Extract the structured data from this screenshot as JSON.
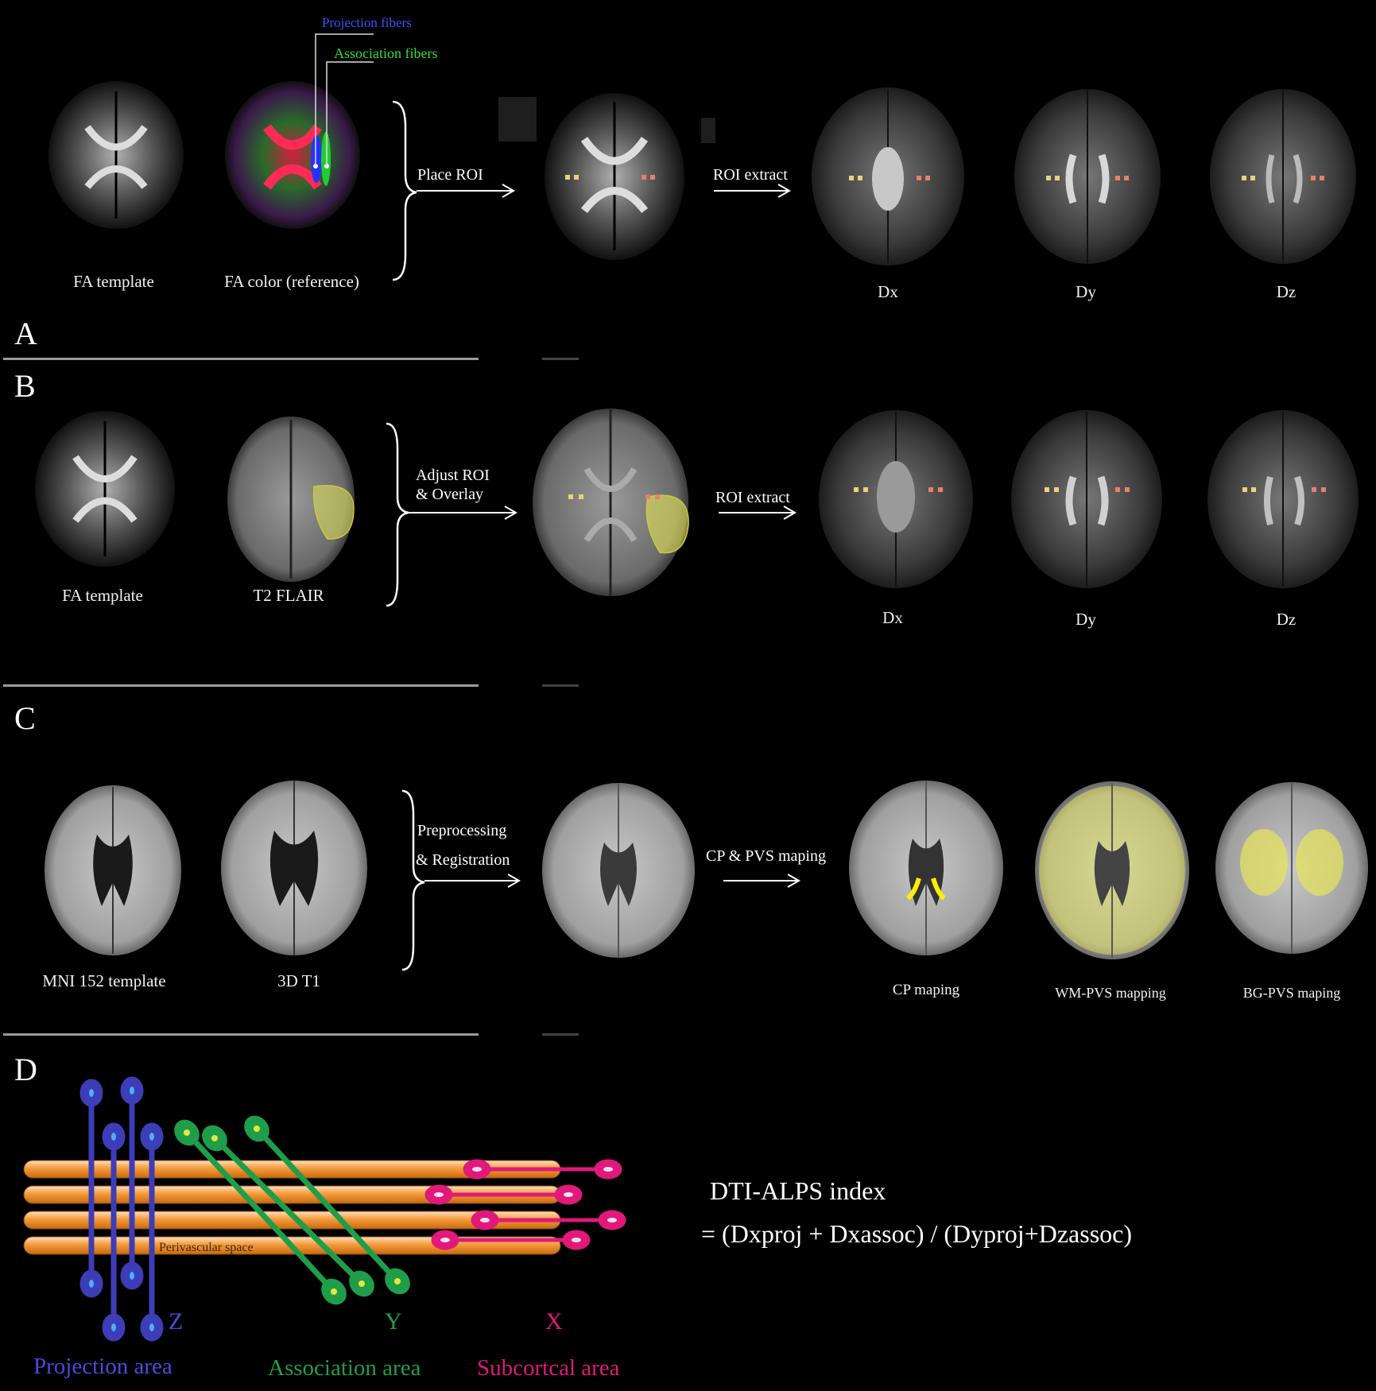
{
  "panels": {
    "a": {
      "letter": "A",
      "captions": {
        "fa_template": "FA template",
        "fa_color": "FA color (reference)",
        "dx": "Dx",
        "dy": "Dy",
        "dz": "Dz"
      },
      "fiber_labels": {
        "projection": "Projection fibers",
        "association": "Association fibers"
      },
      "steps": {
        "place": "Place ROI",
        "extract": "ROI extract"
      }
    },
    "b": {
      "letter": "B",
      "captions": {
        "fa_template": "FA template",
        "t2_flair": "T2  FLAIR",
        "dx": "Dx",
        "dy": "Dy",
        "dz": "Dz"
      },
      "steps": {
        "adjust_line1": "Adjust ROI",
        "adjust_line2": "& Overlay",
        "extract": "ROI extract"
      }
    },
    "c": {
      "letter": "C",
      "captions": {
        "mni": "MNI 152 template",
        "t1": "3D T1",
        "cp": "CP maping",
        "wm": "WM-PVS mapping",
        "bg": "BG-PVS  maping"
      },
      "steps": {
        "prep_line1": "Preprocessing",
        "prep_line2": "& Registration",
        "mapping": "CP & PVS maping"
      }
    },
    "d": {
      "letter": "D",
      "perivascular": "Perivascular space",
      "axes": {
        "z": "Z",
        "y": "Y",
        "x": "X"
      },
      "areas": {
        "projection": "Projection area",
        "association": "Association area",
        "subcortical": "Subcortcal area"
      },
      "formula_title": "DTI-ALPS index",
      "formula_body": "= (Dxproj + Dxassoc) / (Dyproj+Dzassoc)"
    }
  },
  "colors": {
    "projection": "#3d3db8",
    "association": "#1f9e4a",
    "subcortical": "#e0197a",
    "tube": "#f59a3a",
    "roi_yellow": "#e8d27a",
    "roi_red": "#e8806a",
    "overlay_yellow": "#e6e65a"
  }
}
